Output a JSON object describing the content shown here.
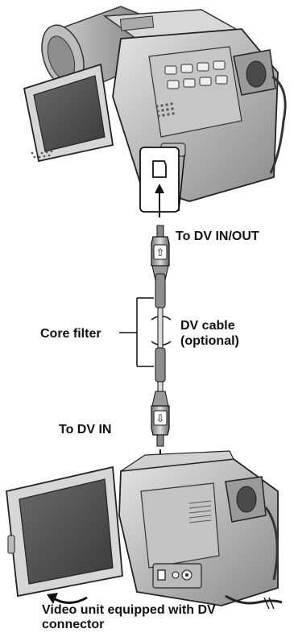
{
  "labels": {
    "to_dv_in_out": "To DV IN/OUT",
    "core_filter": "Core filter",
    "dv_cable_line1": "DV cable",
    "dv_cable_line2": "(optional)",
    "to_dv_in": "To DV IN",
    "video_unit_line1": "Video unit equipped with DV",
    "video_unit_line2": "connector"
  },
  "plug_arrow_glyphs": {
    "top": "⇧",
    "bottom": "⇩"
  }
}
